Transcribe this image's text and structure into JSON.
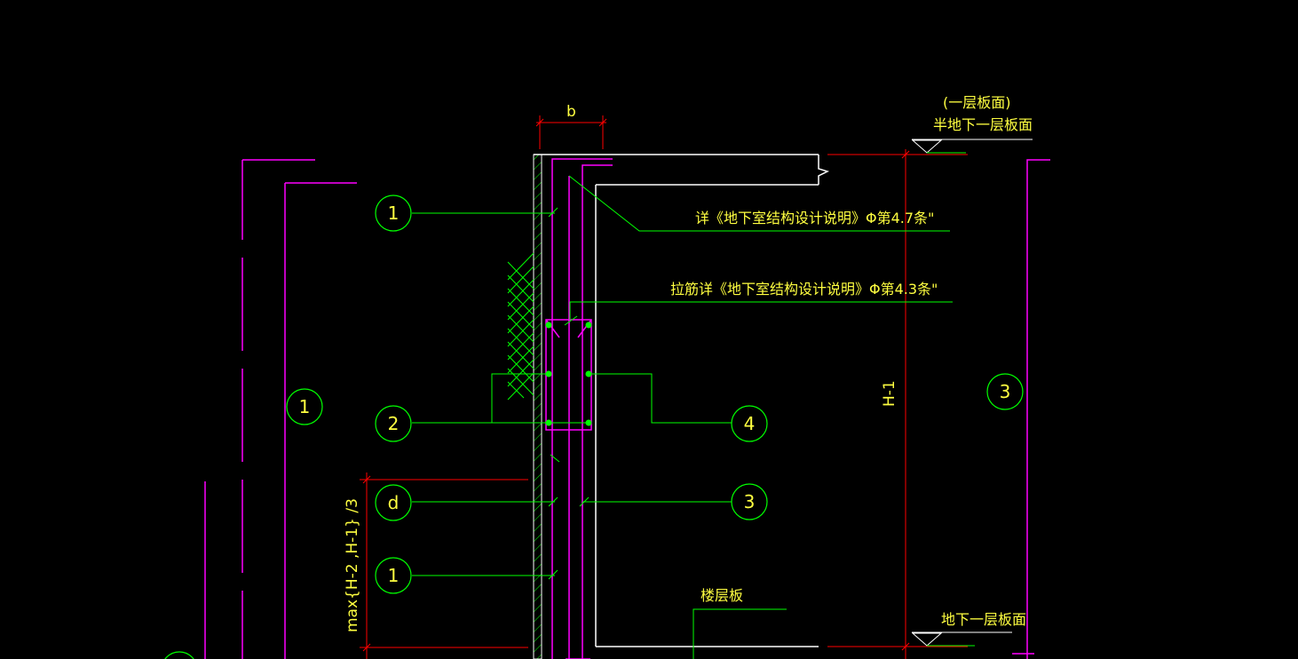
{
  "drawing": {
    "dimension_width_label": "b",
    "dimension_height_label": "H-1",
    "dimension_lower_label": "max{H-2 ,H-1} /3",
    "level_top_note": "(一层板面)",
    "level_top_label": "半地下一层板面",
    "level_bottom_label": "地下一层板面",
    "note_1": "详《地下室结构设计说明》Φ第4.7条\"",
    "note_2": "拉筋详《地下室结构设计说明》Φ第4.3条\"",
    "floor_slab_label": "楼层板",
    "markers": {
      "left_wall": "1",
      "top_left": "1",
      "mid_left": "2",
      "lower_left_d": "d",
      "bottom_left": "1",
      "mid_right": "4",
      "lower_right": "3",
      "far_right": "3"
    }
  },
  "colors": {
    "background": "#000000",
    "green": "#00ff00",
    "magenta": "#ff00ff",
    "red": "#ff0000",
    "white": "#ffffff",
    "yellow": "#ffff40",
    "cyan_hatch": "#00ff00"
  }
}
